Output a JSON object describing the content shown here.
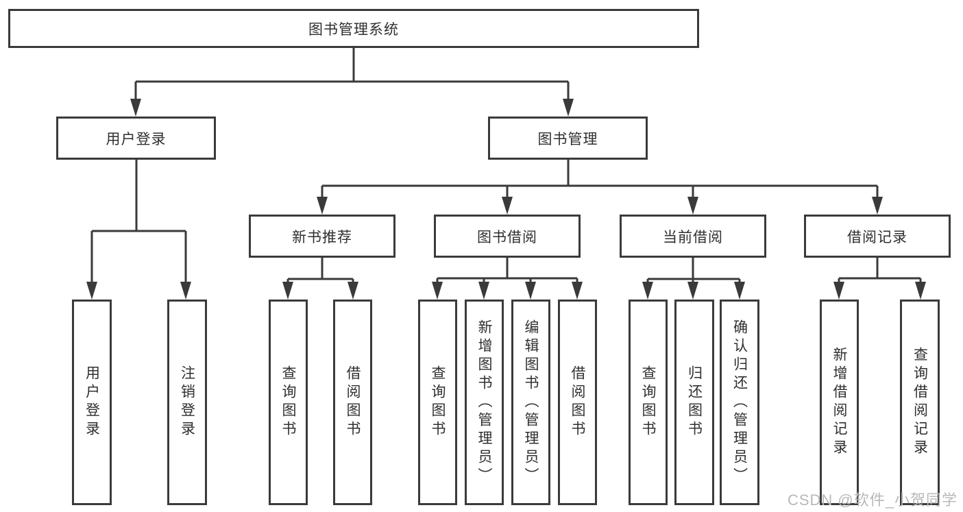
{
  "colors": {
    "line": "#3a3a3a",
    "text": "#2f2f2f",
    "box_background": "#ffffff",
    "watermark": "#b8b8b8",
    "background": "#ffffff"
  },
  "watermark": "CSDN @软件_小贺同学",
  "tree": {
    "root": {
      "label": "图书管理系统"
    },
    "branches": [
      {
        "label": "用户登录",
        "children": [
          {
            "label": "用户登录"
          },
          {
            "label": "注销登录"
          }
        ]
      },
      {
        "label": "图书管理",
        "children": [
          {
            "label": "新书推荐",
            "children": [
              {
                "label": "查询图书"
              },
              {
                "label": "借阅图书"
              }
            ]
          },
          {
            "label": "图书借阅",
            "children": [
              {
                "label": "查询图书"
              },
              {
                "label": "新增图书（管理员）"
              },
              {
                "label": "编辑图书（管理员）"
              },
              {
                "label": "借阅图书"
              }
            ]
          },
          {
            "label": "当前借阅",
            "children": [
              {
                "label": "查询图书"
              },
              {
                "label": "归还图书"
              },
              {
                "label": "确认归还（管理员）"
              }
            ]
          },
          {
            "label": "借阅记录",
            "children": [
              {
                "label": "新增借阅记录"
              },
              {
                "label": "查询借阅记录"
              }
            ]
          }
        ]
      }
    ]
  }
}
